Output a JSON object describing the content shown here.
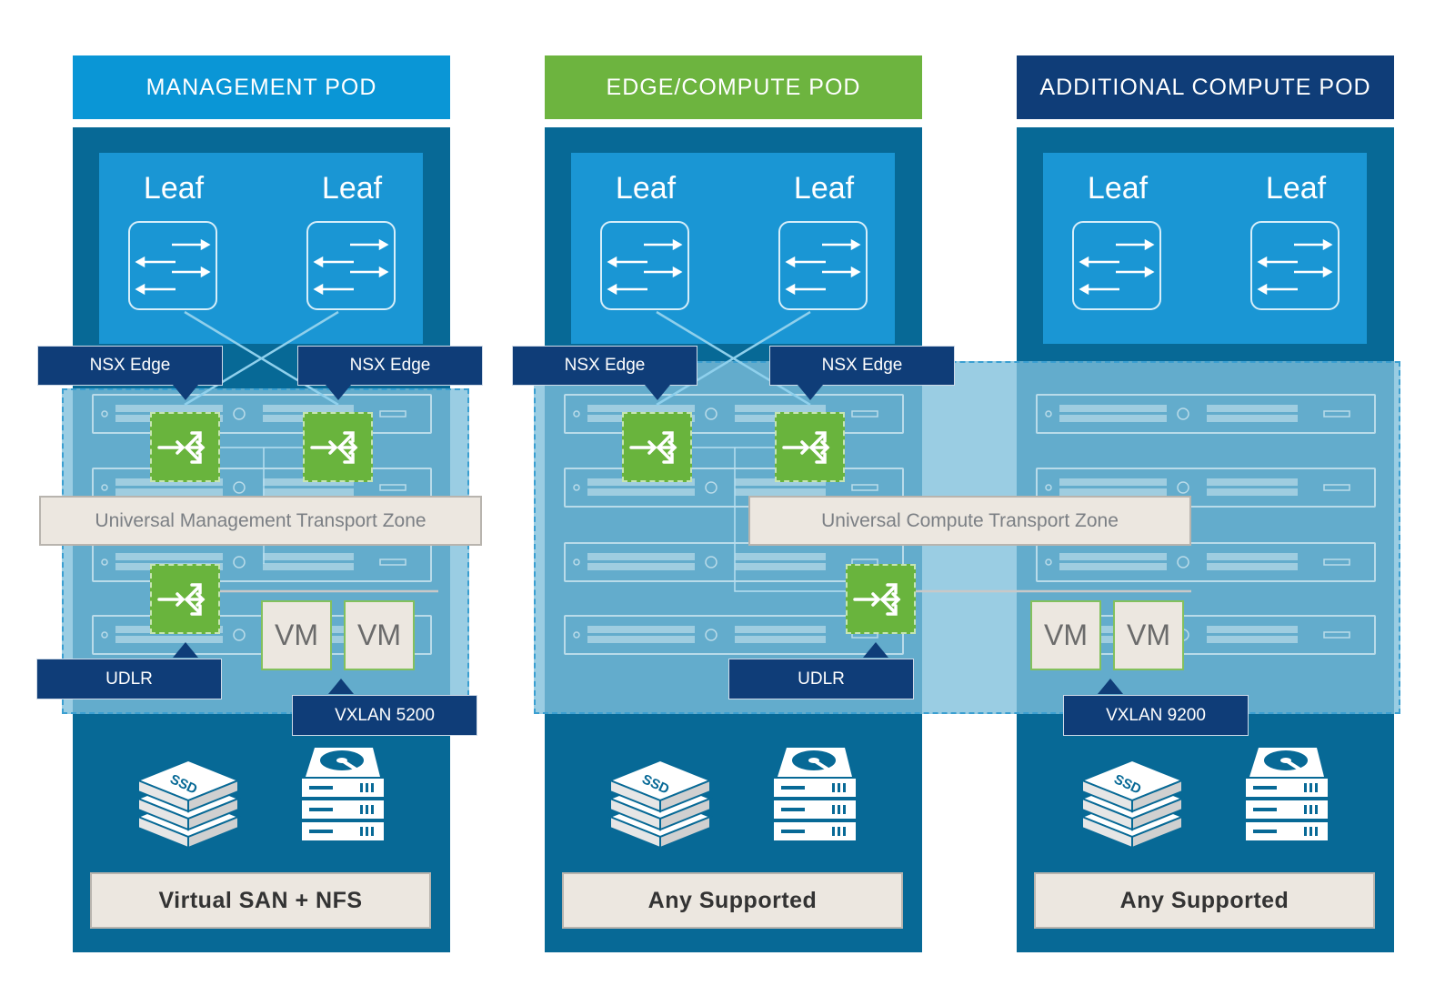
{
  "pods": [
    {
      "title": "MANAGEMENT POD",
      "header_color": "#0a96d6",
      "leaf_labels": [
        "Leaf",
        "Leaf"
      ],
      "storage_label": "Virtual SAN + NFS"
    },
    {
      "title": "EDGE/COMPUTE POD",
      "header_color": "#6db43f",
      "leaf_labels": [
        "Leaf",
        "Leaf"
      ],
      "storage_label": "Any Supported"
    },
    {
      "title": "ADDITIONAL COMPUTE POD",
      "header_color": "#0f3d78",
      "leaf_labels": [
        "Leaf",
        "Leaf"
      ],
      "storage_label": "Any Supported"
    }
  ],
  "transport_zones": [
    {
      "label": "Universal Management Transport Zone"
    },
    {
      "label": "Universal Compute Transport Zone"
    }
  ],
  "management": {
    "edge_labels": [
      "NSX Edge",
      "NSX Edge"
    ],
    "udlr_label": "UDLR",
    "vm_labels": [
      "VM",
      "VM"
    ],
    "vxlan_label": "VXLAN 5200"
  },
  "compute": {
    "edge_labels": [
      "NSX Edge",
      "NSX Edge"
    ],
    "udlr_label": "UDLR",
    "vm_labels": [
      "VM",
      "VM"
    ],
    "vxlan_label": "VXLAN 9200"
  },
  "colors": {
    "pod_body": "#076996",
    "leaf_area": "#1a96d4",
    "label_box": "#0f3d78",
    "router": "#69b43d",
    "zone_fill": "#8cc8e0"
  },
  "icons": {
    "switch": "switch-icon",
    "router": "router-icon",
    "ssd": "ssd-icon",
    "disk": "hard-disk-icon"
  }
}
